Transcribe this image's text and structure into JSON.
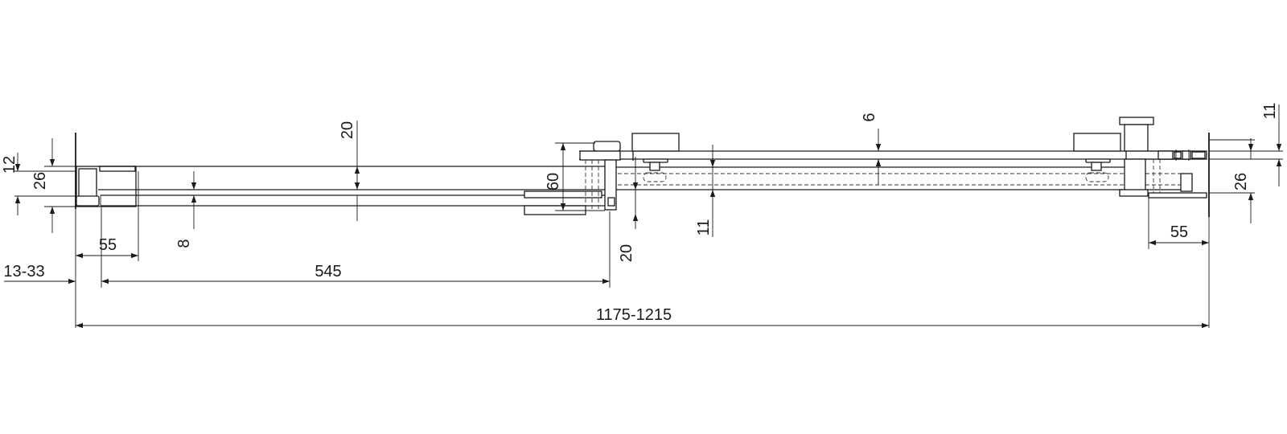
{
  "dimensions": {
    "d_12": "12",
    "d_26_left": "26",
    "d_20_top": "20",
    "d_8": "8",
    "d_55_left": "55",
    "d_13_33": "13-33",
    "d_545": "545",
    "d_60": "60",
    "d_20_bottom": "20",
    "d_11_mid": "11",
    "d_6": "6",
    "d_11_right": "11",
    "d_26_right": "26",
    "d_55_right": "55",
    "d_total": "1175-1215"
  }
}
